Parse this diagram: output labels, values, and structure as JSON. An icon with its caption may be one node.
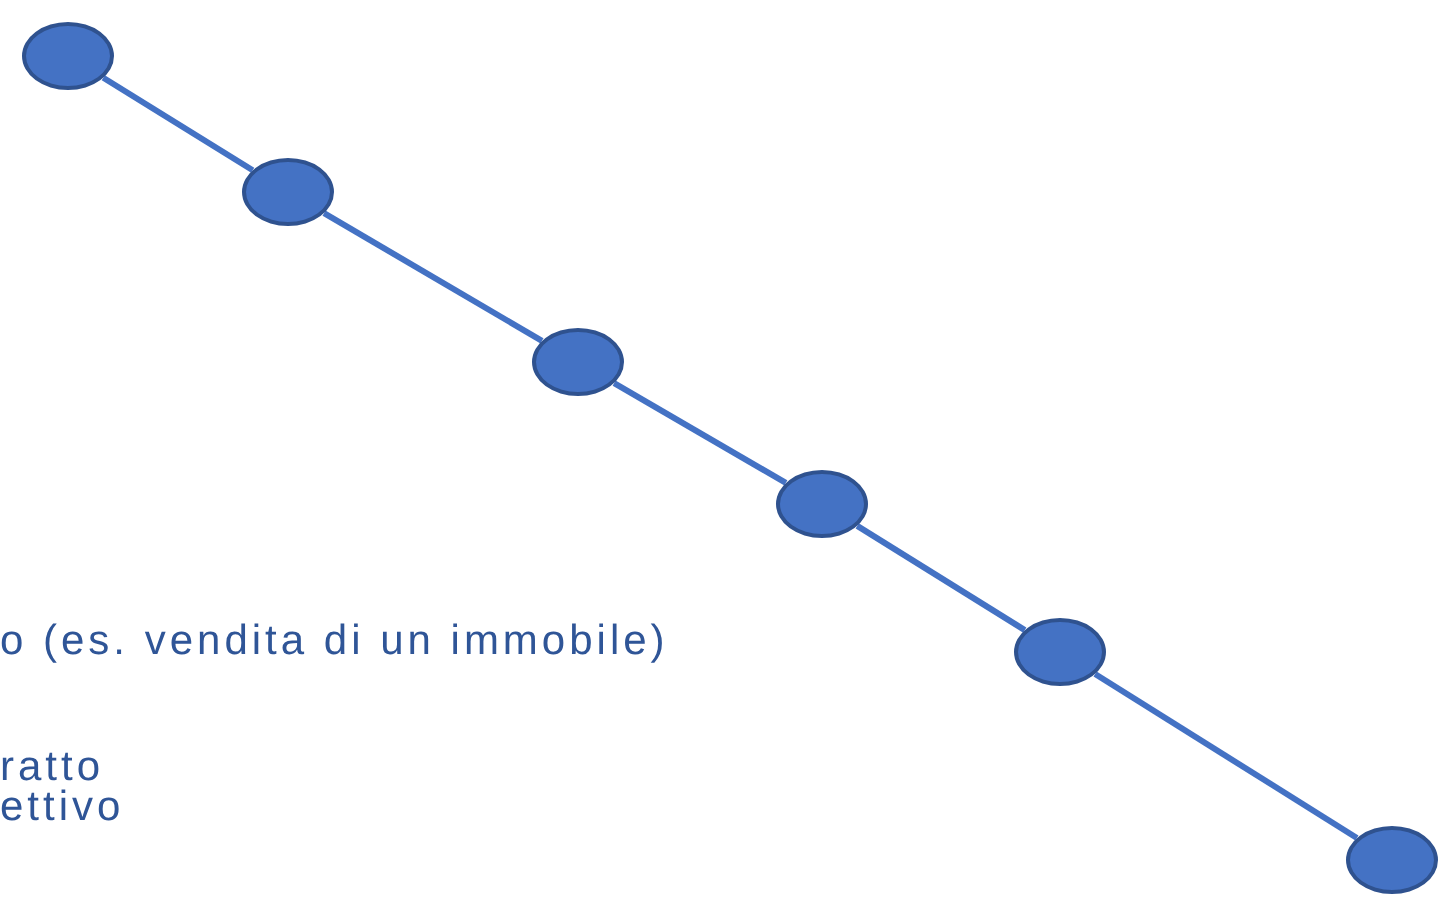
{
  "diagram": {
    "nodes": [
      {
        "text": [],
        "shape": "circle"
      },
      {
        "text": [],
        "shape": "circle"
      },
      {
        "text": [],
        "shape": "circle"
      },
      {
        "text": [],
        "shape": "circle"
      },
      {
        "text": [],
        "shape": "circle"
      },
      {
        "text": [],
        "shape": "circle"
      }
    ],
    "edges": [
      {
        "from": 0,
        "to": 1,
        "arrow": "none"
      },
      {
        "from": 1,
        "to": 2,
        "arrow": "none"
      },
      {
        "from": 2,
        "to": 3,
        "arrow": "none"
      },
      {
        "from": 3,
        "to": 4,
        "arrow": "none"
      },
      {
        "from": 4,
        "to": 5,
        "arrow": "none"
      }
    ],
    "labels": [
      "o (es. vendita di un immobile)",
      "ratto",
      "ettivo"
    ]
  }
}
